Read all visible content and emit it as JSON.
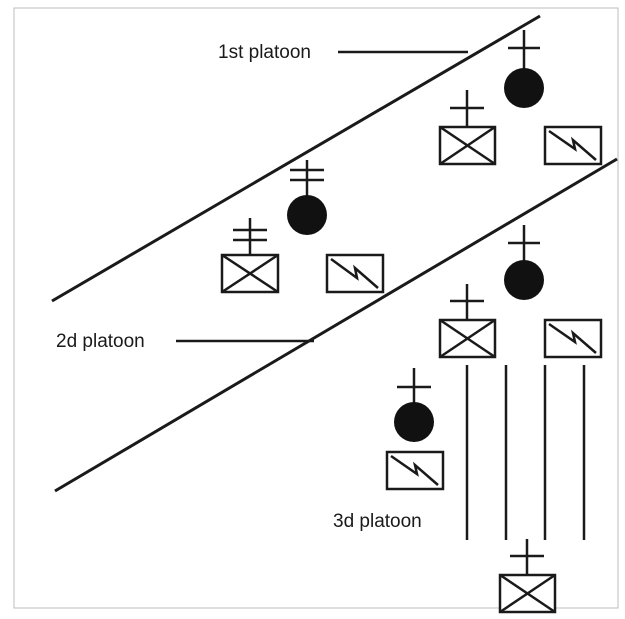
{
  "labels": {
    "platoon_1": "1st platoon",
    "platoon_2": "2d platoon",
    "platoon_3": "3d platoon"
  },
  "colors": {
    "ink": "#1a1a1a",
    "background": "#ffffff",
    "frame": "#bdbdbd"
  },
  "symbols": {
    "leader": "filled-circle-with-cross",
    "infantry_unit": "box-with-x-and-cross",
    "vehicle_unit": "box-with-zigzag"
  }
}
